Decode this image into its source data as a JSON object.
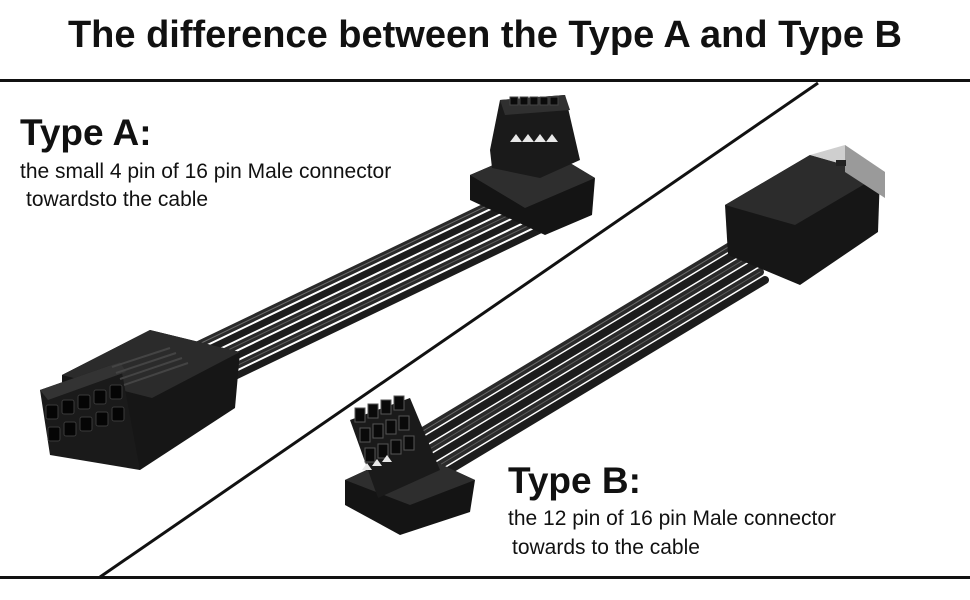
{
  "title": "The difference between the Type A and Type B",
  "type_a": {
    "heading": "Type A:",
    "line1": "the small 4 pin of 16 pin Male connector",
    "line2": "towardsto the cable"
  },
  "type_b": {
    "heading": "Type B:",
    "line1": "the 12 pin of 16 pin Male connector",
    "line2": "towards to the cable"
  }
}
